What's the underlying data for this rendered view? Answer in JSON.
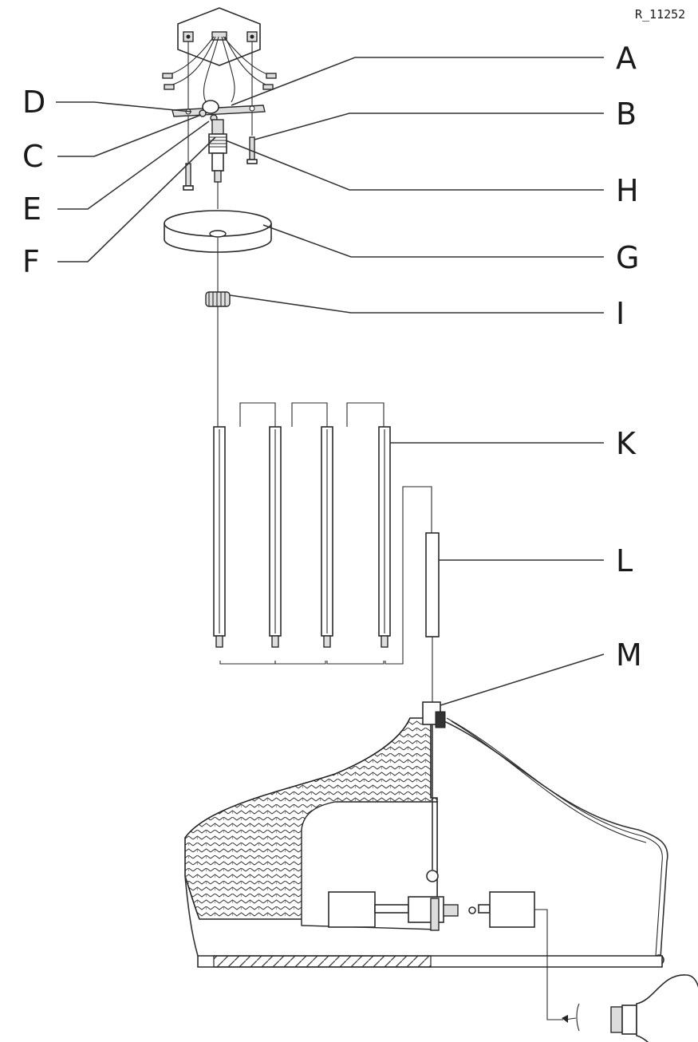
{
  "document": {
    "code": "R_11252",
    "labels": {
      "A": "A",
      "B": "B",
      "C": "C",
      "D": "D",
      "E": "E",
      "F": "F",
      "G": "G",
      "H": "H",
      "I": "I",
      "K": "K",
      "L": "L",
      "M": "M"
    }
  }
}
